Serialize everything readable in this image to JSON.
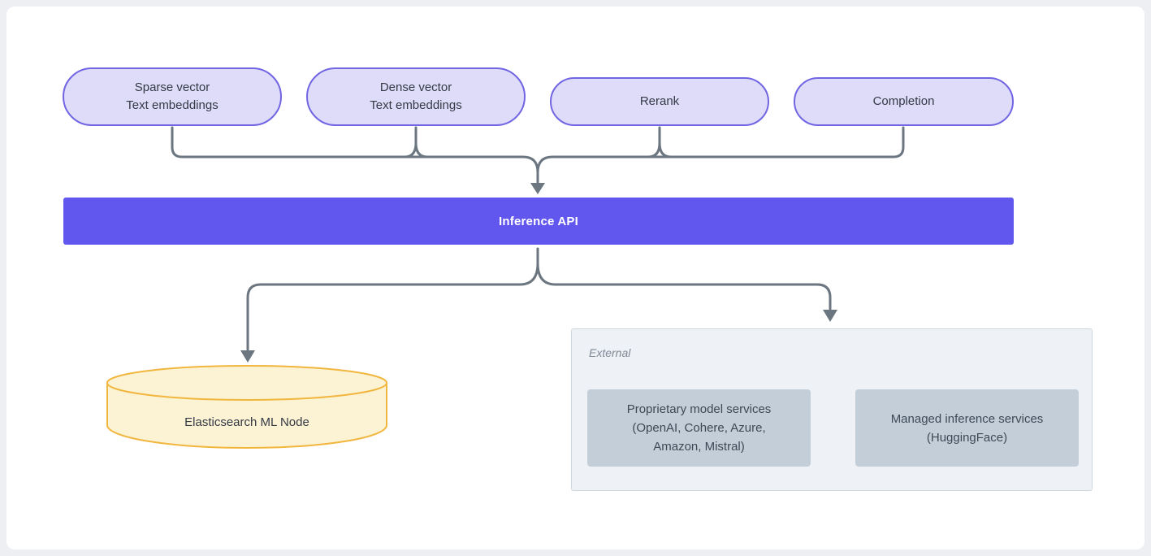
{
  "pills": [
    {
      "line1": "Sparse vector",
      "line2": "Text embeddings"
    },
    {
      "line1": "Dense vector",
      "line2": "Text embeddings"
    },
    {
      "line1": "Rerank"
    },
    {
      "line1": "Completion"
    }
  ],
  "inference_bar": {
    "label": "Inference API"
  },
  "database": {
    "label": "Elasticsearch ML Node"
  },
  "external_panel": {
    "title": "External",
    "service1": {
      "line1": "Proprietary model services",
      "line2": "(OpenAI, Cohere, Azure,",
      "line3": "Amazon, Mistral)"
    },
    "service2": {
      "line1": "Managed inference services",
      "line2": "(HuggingFace)"
    }
  },
  "colors": {
    "pill_fill": "#dedcf9",
    "pill_border": "#7165e3",
    "bar_fill": "#6156ed",
    "connector": "#6b7680",
    "cylinder_fill": "#fcf2d4",
    "cylinder_border": "#f1b63e",
    "panel_fill": "#eef1f5",
    "service_fill": "#c3ced9",
    "text_dark": "#343a45",
    "text_muted": "#7d8996"
  }
}
